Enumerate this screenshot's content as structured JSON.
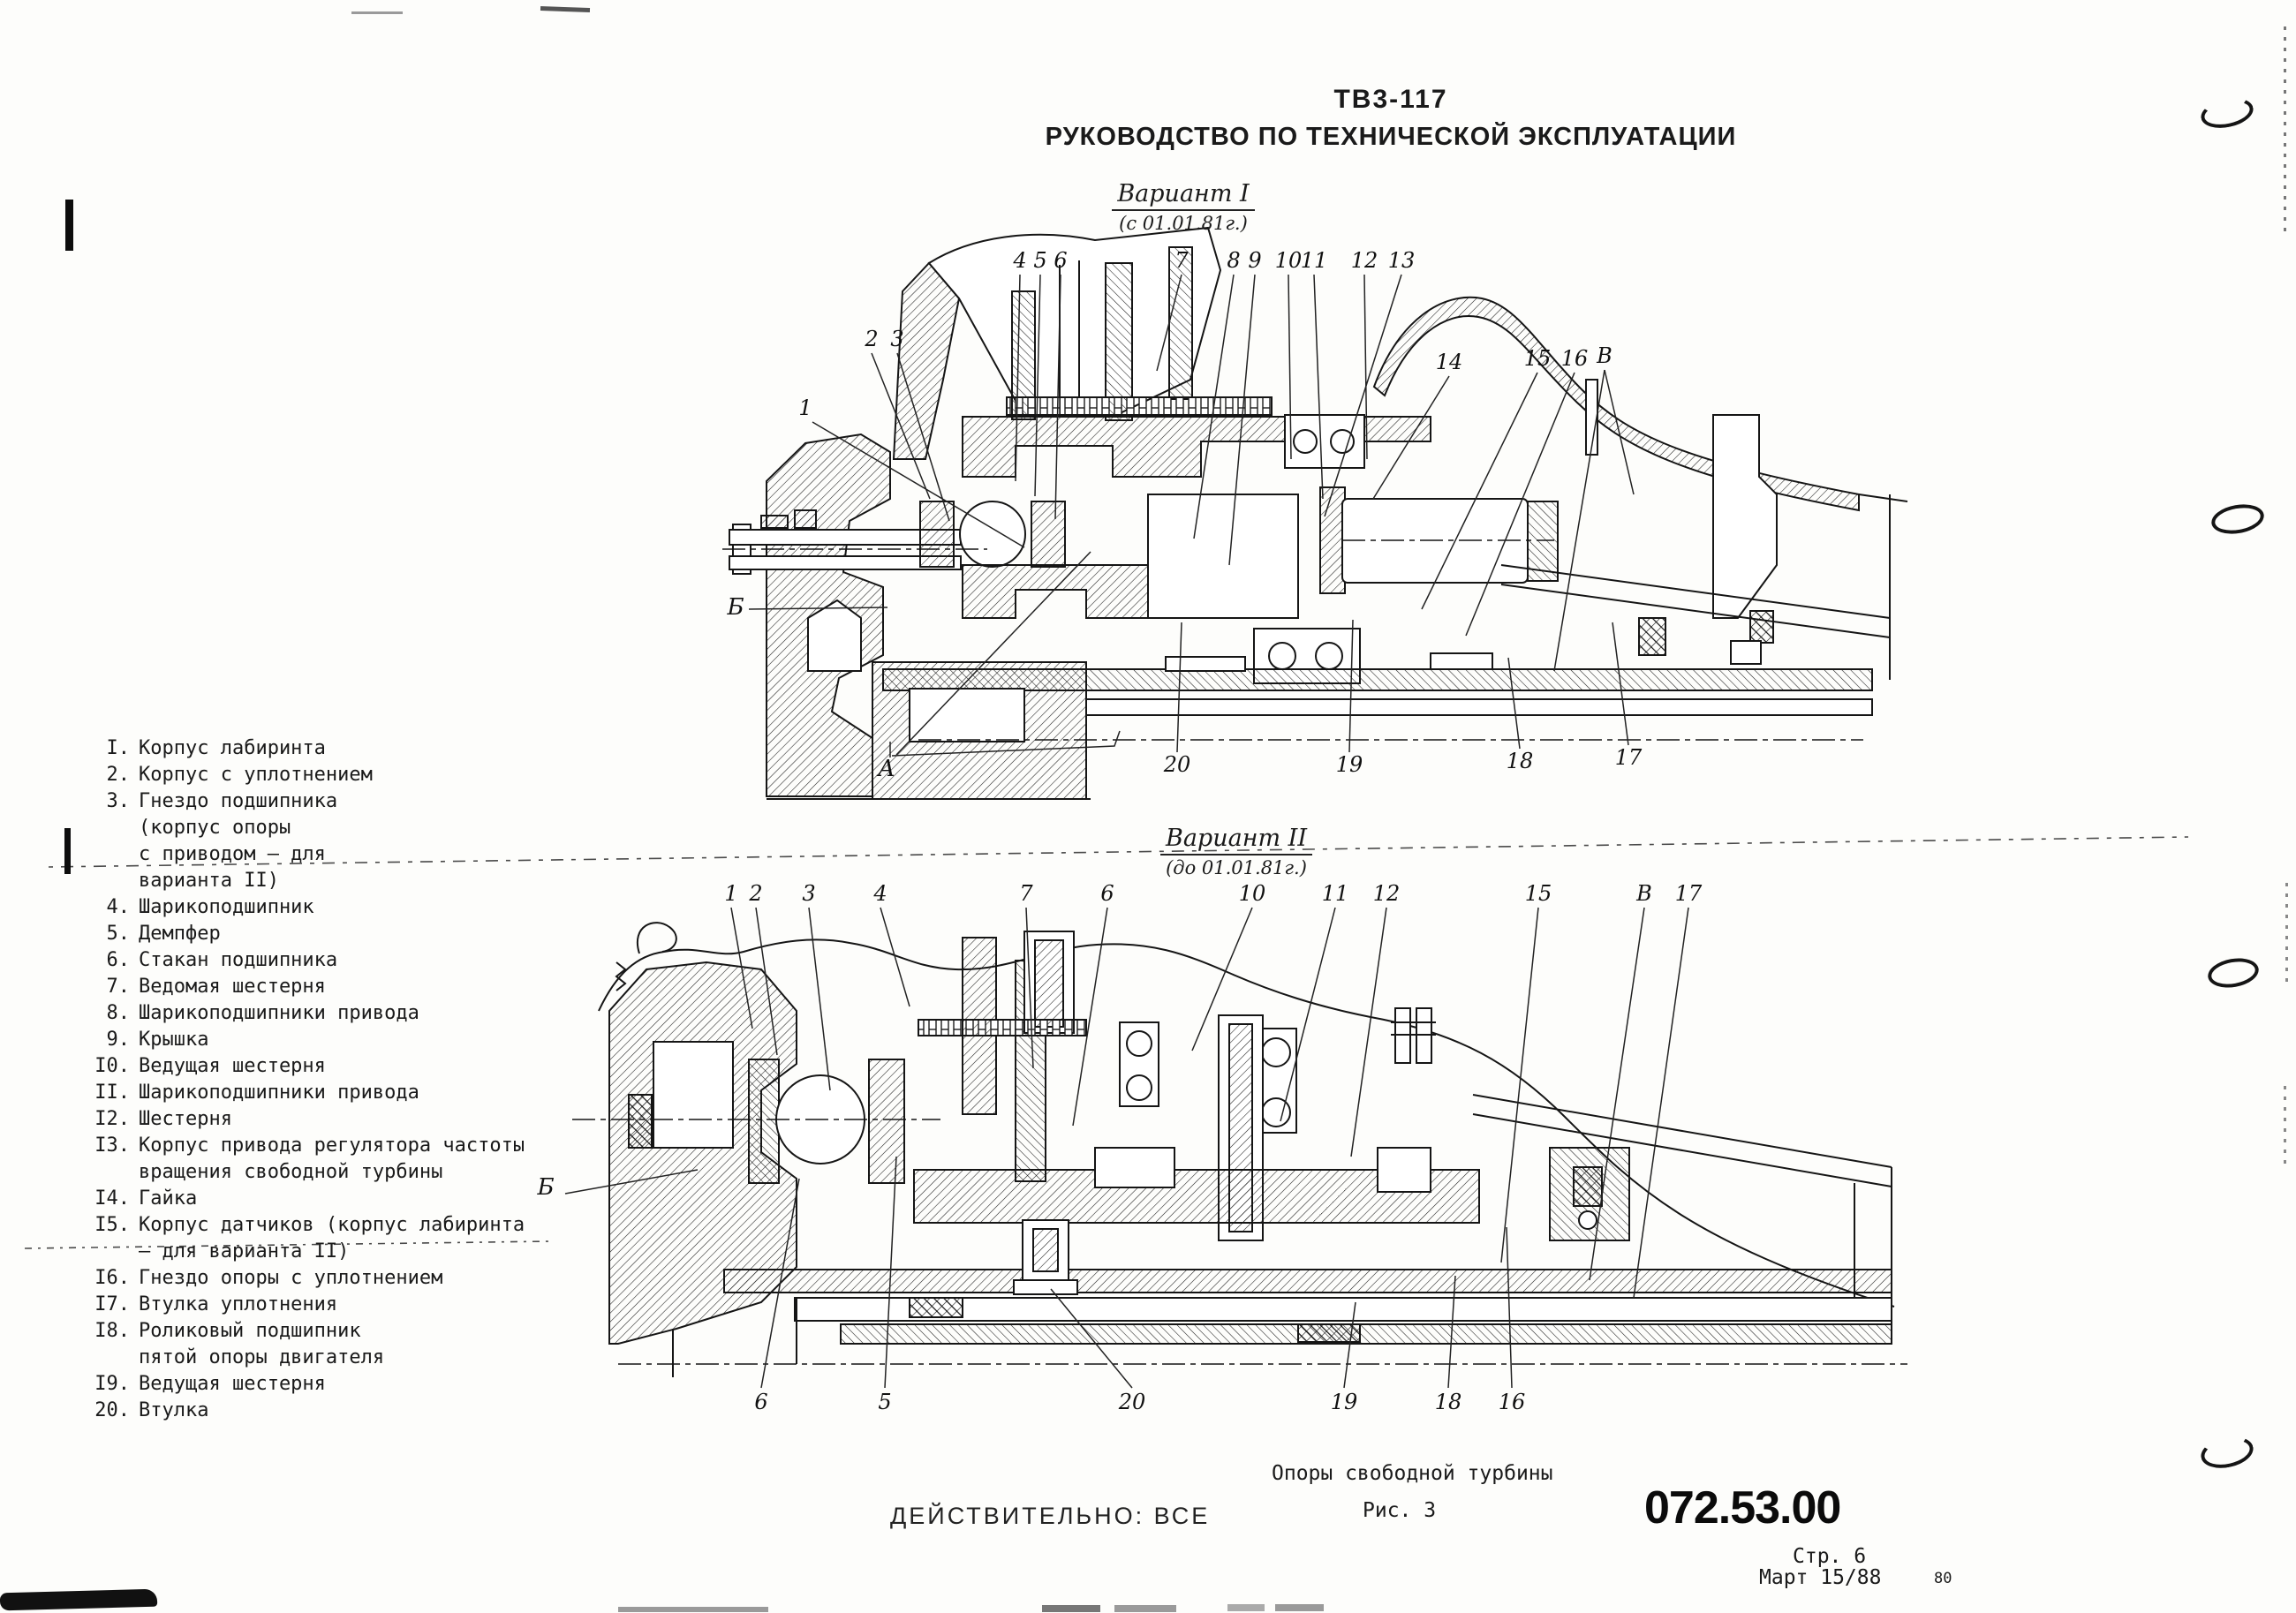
{
  "page": {
    "model": "ТВ3-117",
    "manual_title": "РУКОВОДСТВО ПО ТЕХНИЧЕСКОЙ ЭКСПЛУАТАЦИИ",
    "validity": "ДЕЙСТВИТЕЛЬНО: ВСЕ",
    "figure": {
      "caption": "Опоры свободной турбины",
      "number": "Рис. 3"
    },
    "doc_code": "072.53.00",
    "page_label": "Стр. 6",
    "date_label": "Март 15/88",
    "corner_mark": "80"
  },
  "variant1": {
    "title": "Вариант I",
    "subtitle": "(с 01.01.81г.)",
    "callout_1": "1",
    "callouts_left": [
      "2",
      "3"
    ],
    "callouts_top": [
      "4",
      "5",
      "6",
      "7",
      "8",
      "9",
      "10",
      "11",
      "12",
      "13"
    ],
    "callouts_right": [
      "14",
      "15",
      "16",
      "В"
    ],
    "callouts_bottom": [
      "А",
      "20",
      "19",
      "18",
      "17"
    ],
    "label_b": "Б"
  },
  "variant2": {
    "title": "Вариант II",
    "subtitle": "(до 01.01.81г.)",
    "callouts_top": [
      "1",
      "2",
      "3",
      "4",
      "7",
      "6",
      "10",
      "11",
      "12",
      "15",
      "В",
      "17"
    ],
    "callouts_bottom": [
      "6",
      "5",
      "20",
      "19",
      "18",
      "16"
    ],
    "label_b": "Б"
  },
  "parts_list": {
    "lines": [
      {
        "num": "I.",
        "text": "Корпус лабиринта"
      },
      {
        "num": "2.",
        "text": "Корпус с уплотнением"
      },
      {
        "num": "3.",
        "text": "Гнездо подшипника"
      },
      {
        "num": "",
        "text": "(корпус опоры"
      },
      {
        "num": "",
        "text": "с приводом – для"
      },
      {
        "num": "",
        "text": "варианта II)"
      },
      {
        "num": "4.",
        "text": "Шарикоподшипник"
      },
      {
        "num": "5.",
        "text": "Демпфер"
      },
      {
        "num": "6.",
        "text": "Стакан подшипника"
      },
      {
        "num": "7.",
        "text": "Ведомая шестерня"
      },
      {
        "num": "8.",
        "text": "Шарикоподшипники привода"
      },
      {
        "num": "9.",
        "text": "Крышка"
      },
      {
        "num": "I0.",
        "text": "Ведущая шестерня"
      },
      {
        "num": "II.",
        "text": "Шарикоподшипники привода"
      },
      {
        "num": "I2.",
        "text": "Шестерня"
      },
      {
        "num": "I3.",
        "text": "Корпус привода регулятора частоты"
      },
      {
        "num": "",
        "text": "вращения свободной турбины"
      },
      {
        "num": "I4.",
        "text": "Гайка"
      },
      {
        "num": "I5.",
        "text": "Корпус датчиков (корпус лабиринта"
      },
      {
        "num": "",
        "text": "– для варианта II)"
      },
      {
        "num": "I6.",
        "text": "Гнездо опоры с уплотнением"
      },
      {
        "num": "I7.",
        "text": "Втулка уплотнения"
      },
      {
        "num": "I8.",
        "text": "Роликовый подшипник"
      },
      {
        "num": "",
        "text": "пятой опоры двигателя"
      },
      {
        "num": "I9.",
        "text": "Ведущая шестерня"
      },
      {
        "num": "20.",
        "text": "Втулка"
      }
    ]
  }
}
